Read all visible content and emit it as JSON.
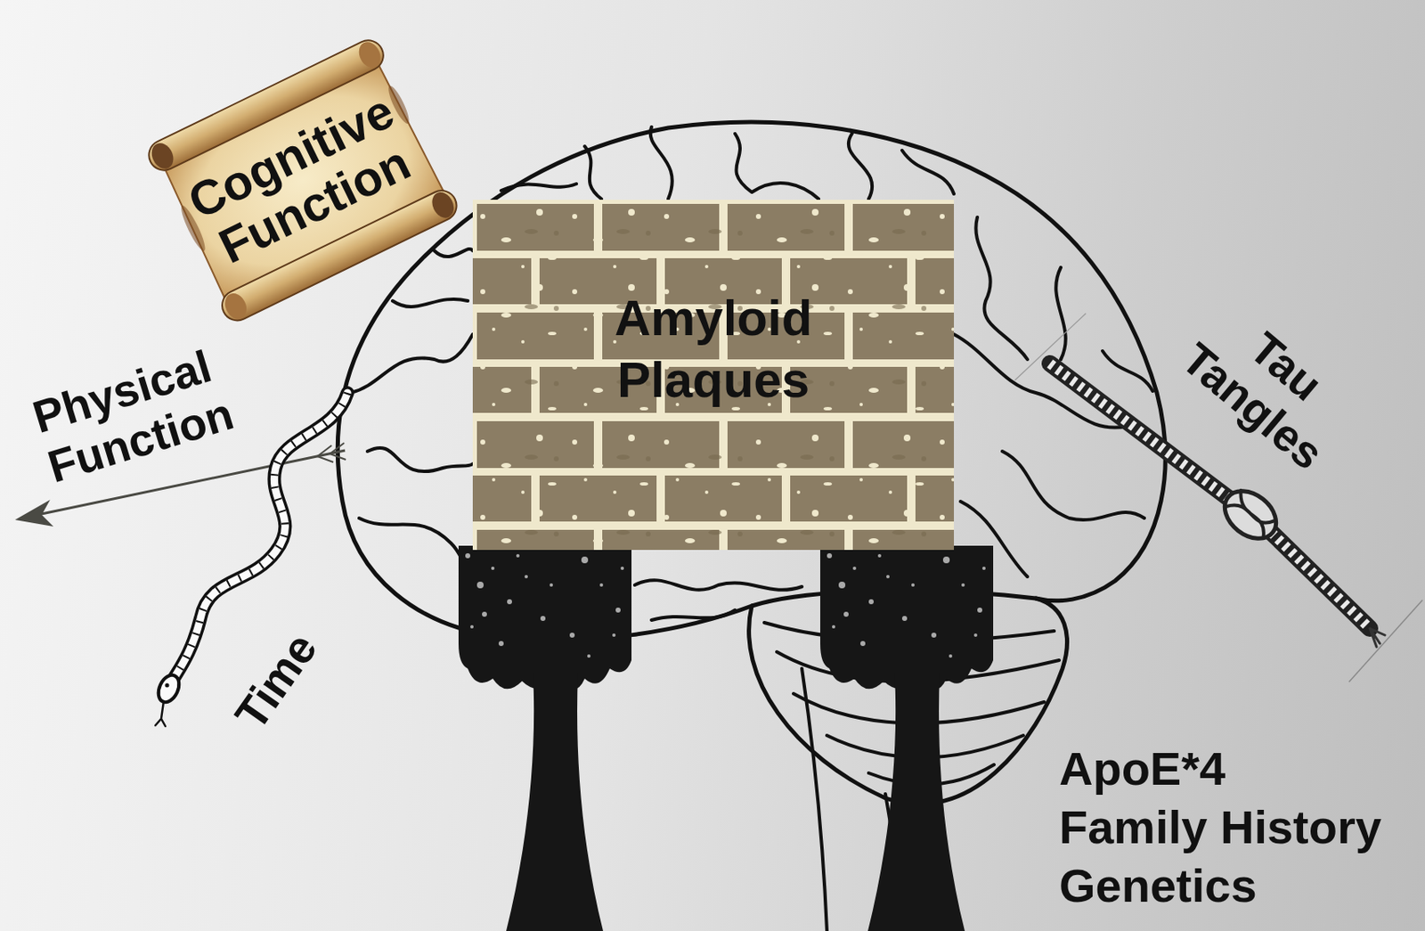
{
  "diagram": {
    "nodes": [
      {
        "text": [
          "Cognitive Function"
        ]
      },
      {
        "text": [
          "Amyloid Plaques"
        ]
      }
    ],
    "labels": [
      "Physical Function",
      "Time",
      "Tau Tangles",
      "ApoE*4",
      "Family History",
      "Genetics"
    ]
  }
}
